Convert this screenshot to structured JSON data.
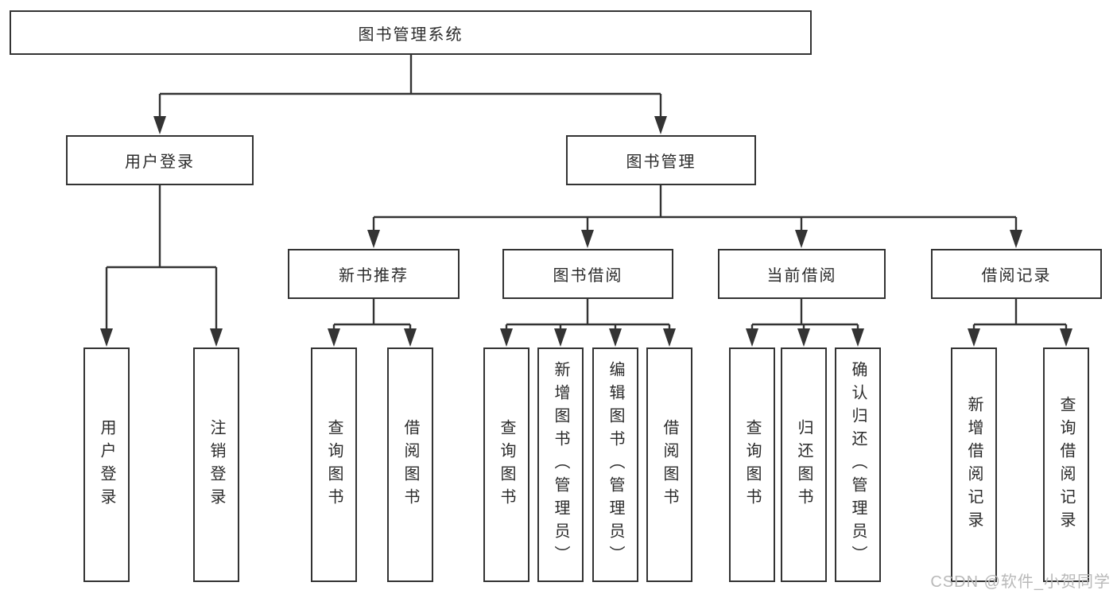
{
  "diagram": {
    "type": "hierarchy-tree",
    "colors": {
      "line": "#333333",
      "box_border": "#333333",
      "box_fill": "#ffffff",
      "text": "#2b2b2b",
      "watermark": "#b9b9b9",
      "background": "#ffffff"
    },
    "tree": {
      "label": "图书管理系统",
      "children": [
        {
          "label": "用户登录",
          "children": [
            {
              "label": "用户登录"
            },
            {
              "label": "注销登录"
            }
          ]
        },
        {
          "label": "图书管理",
          "children": [
            {
              "label": "新书推荐",
              "children": [
                {
                  "label": "查询图书"
                },
                {
                  "label": "借阅图书"
                }
              ]
            },
            {
              "label": "图书借阅",
              "children": [
                {
                  "label": "查询图书"
                },
                {
                  "label": "新增图书（管理员）"
                },
                {
                  "label": "编辑图书（管理员）"
                },
                {
                  "label": "借阅图书"
                }
              ]
            },
            {
              "label": "当前借阅",
              "children": [
                {
                  "label": "查询图书"
                },
                {
                  "label": "归还图书"
                },
                {
                  "label": "确认归还（管理员）"
                }
              ]
            },
            {
              "label": "借阅记录",
              "children": [
                {
                  "label": "新增借阅记录"
                },
                {
                  "label": "查询借阅记录"
                }
              ]
            }
          ]
        }
      ]
    },
    "watermark": {
      "text": "CSDN @软件_小贺同学"
    }
  }
}
